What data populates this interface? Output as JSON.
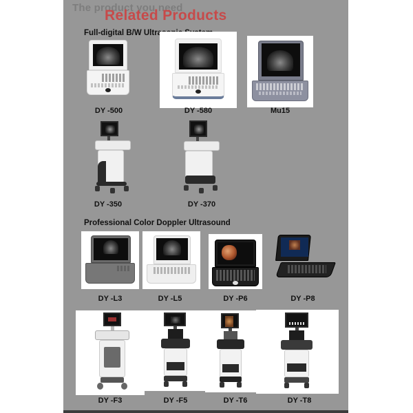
{
  "header": {
    "ghost_title": "The product you need",
    "title": "Related Products",
    "title_color": "#c74a4a"
  },
  "sections": [
    {
      "title": "Full-digital B/W Ultrasonic System",
      "products": [
        {
          "name": "DY -500",
          "type": "laptop"
        },
        {
          "name": "DY -580",
          "type": "laptop"
        },
        {
          "name": "Mu15",
          "type": "laptop"
        },
        {
          "name": "DY -350",
          "type": "trolley"
        },
        {
          "name": "DY -370",
          "type": "trolley"
        }
      ]
    },
    {
      "title": "Professional Color Doppler Ultrasound",
      "products": [
        {
          "name": "DY -L3",
          "type": "laptop"
        },
        {
          "name": "DY -L5",
          "type": "laptop"
        },
        {
          "name": "DY -P6",
          "type": "laptop"
        },
        {
          "name": "DY -P8",
          "type": "tablet-laptop"
        },
        {
          "name": "DY -F3",
          "type": "trolley"
        },
        {
          "name": "DY -F5",
          "type": "trolley"
        },
        {
          "name": "DY -T6",
          "type": "trolley"
        },
        {
          "name": "DY -T8",
          "type": "trolley"
        }
      ]
    }
  ],
  "colors": {
    "panel_bg": "#979797",
    "page_bg": "#ffffff"
  }
}
